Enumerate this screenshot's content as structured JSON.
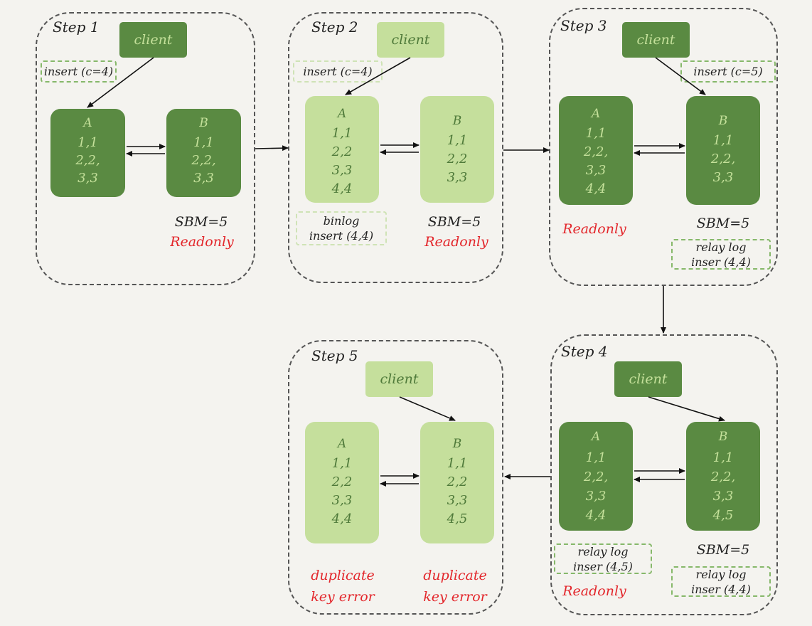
{
  "steps": [
    {
      "title": "Step 1",
      "client": "client",
      "request": "insert (c=4)",
      "nodeA": {
        "name": "A",
        "rows": [
          "1,1",
          "2,2,",
          "3,3"
        ]
      },
      "nodeB": {
        "name": "B",
        "rows": [
          "1,1",
          "2,2,",
          "3,3"
        ]
      },
      "sbm": "SBM=5",
      "readonly": "Readonly"
    },
    {
      "title": "Step 2",
      "client": "client",
      "request": "insert (c=4)",
      "nodeA": {
        "name": "A",
        "rows": [
          "1,1",
          "2,2",
          "3,3",
          "4,4"
        ]
      },
      "nodeB": {
        "name": "B",
        "rows": [
          "1,1",
          "2,2",
          "3,3"
        ]
      },
      "binlog": [
        "binlog",
        "insert (4,4)"
      ],
      "sbm": "SBM=5",
      "readonly": "Readonly"
    },
    {
      "title": "Step 3",
      "client": "client",
      "request": "insert (c=5)",
      "nodeA": {
        "name": "A",
        "rows": [
          "1,1",
          "2,2,",
          "3,3",
          "4,4"
        ]
      },
      "nodeB": {
        "name": "B",
        "rows": [
          "1,1",
          "2,2,",
          "3,3"
        ]
      },
      "readonly": "Readonly",
      "sbm": "SBM=5",
      "relaylog": [
        "relay log",
        "inser (4,4)"
      ]
    },
    {
      "title": "Step 4",
      "client": "client",
      "nodeA": {
        "name": "A",
        "rows": [
          "1,1",
          "2,2,",
          "3,3",
          "4,4"
        ]
      },
      "nodeB": {
        "name": "B",
        "rows": [
          "1,1",
          "2,2,",
          "3,3",
          "4,5"
        ]
      },
      "relaylogA": [
        "relay log",
        "inser (4,5)"
      ],
      "readonly": "Readonly",
      "sbm": "SBM=5",
      "relaylogB": [
        "relay log",
        "inser (4,4)"
      ]
    },
    {
      "title": "Step 5",
      "client": "client",
      "nodeA": {
        "name": "A",
        "rows": [
          "1,1",
          "2,2",
          "3,3",
          "4,4"
        ]
      },
      "nodeB": {
        "name": "B",
        "rows": [
          "1,1",
          "2,2",
          "3,3",
          "4,5"
        ]
      },
      "errorA": [
        "duplicate",
        "key error"
      ],
      "errorB": [
        "duplicate",
        "key error"
      ]
    }
  ]
}
